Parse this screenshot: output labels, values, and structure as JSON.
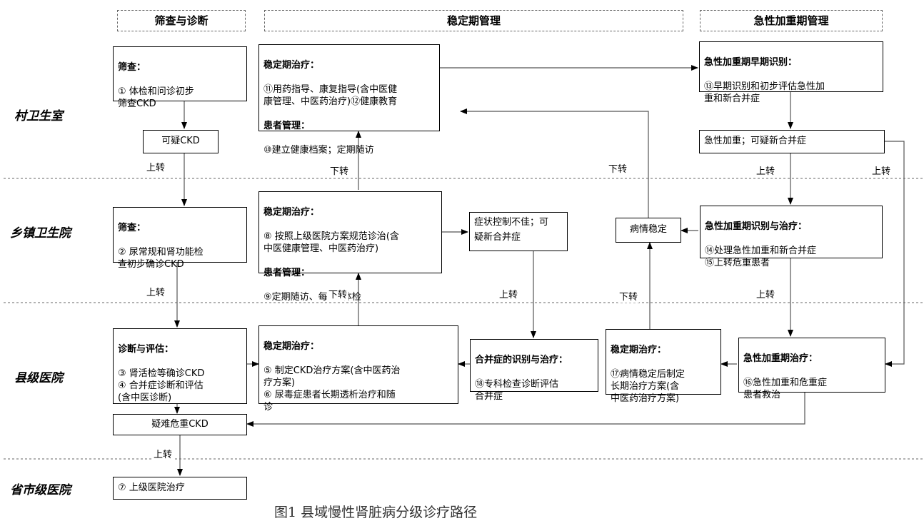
{
  "headers": {
    "screening": "筛查与诊断",
    "stable": "稳定期管理",
    "acute": "急性加重期管理"
  },
  "levels": {
    "village": "村卫生室",
    "township": "乡镇卫生院",
    "county": "县级医院",
    "province": "省市级医院"
  },
  "boxes": {
    "village_screen": {
      "title": "筛查：",
      "body": "① 体检和问诊初步\n筛查CKD"
    },
    "suspect_ckd": "可疑CKD",
    "village_stable": {
      "title": "稳定期治疗：",
      "body1": "⑪用药指导、康复指导(含中医健\n康管理、中医药治疗)⑫健康教育",
      "title2": "患者管理：",
      "body2": "⑩建立健康档案；定期随访"
    },
    "village_acute": {
      "title": "急性加重期早期识别：",
      "body": "⑬早期识别和初步评估急性加\n重和新合并症"
    },
    "acute_suspect": "急性加重；可疑新合并症",
    "township_screen": {
      "title": "筛查：",
      "body": "② 尿常规和肾功能检\n查初步确诊CKD"
    },
    "township_stable": {
      "title": "稳定期治疗：",
      "body1": "⑧ 按照上级医院方案规范诊治(含\n中医健康管理、中医药治疗)",
      "title2": "患者管理：",
      "body2": "⑨定期随访、每3月体检"
    },
    "symptom_poor": "症状控制不佳；可\n疑新合并症",
    "condition_stable": "病情稳定",
    "township_acute": {
      "title": "急性加重期识别与治疗：",
      "body": "⑭处理急性加重和新合并症\n⑮上转危重患者"
    },
    "county_diag": {
      "title": "诊断与评估：",
      "body": "③ 肾活检等确诊CKD\n④ 合并症诊断和评估\n(含中医诊断)"
    },
    "county_stable": {
      "title": "稳定期治疗：",
      "body": "⑤ 制定CKD治疗方案(含中医药治\n疗方案)\n⑥ 尿毒症患者长期透析治疗和随\n诊"
    },
    "complication": {
      "title": "合并症的识别与治疗：",
      "body": "⑱专科检查诊断评估\n合并症"
    },
    "county_stable2": {
      "title": "稳定期治疗：",
      "body": "⑰病情稳定后制定\n长期治疗方案(含\n中医药治疗方案)"
    },
    "county_acute": {
      "title": "急性加重期治疗：",
      "body": "⑯急性加重和危重症\n患者救治"
    },
    "difficult_ckd": "疑难危重CKD",
    "province_treat": "⑦ 上级医院治疗"
  },
  "edge_labels": {
    "up_1": "上转",
    "down_1": "下转",
    "down_2": "下转",
    "up_2": "上转",
    "up_3": "上转",
    "up_4": "上转",
    "down_3": "下转",
    "up_5": "上转",
    "down_4": "下转",
    "up_6": "上转",
    "up_7": "上转"
  },
  "caption": "图1 县域慢性肾脏病分级诊疗路径"
}
